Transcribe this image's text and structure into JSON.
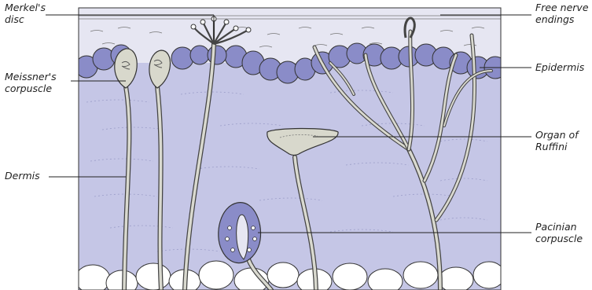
{
  "labels": {
    "merkels_disc": [
      "Merkel's",
      "disc"
    ],
    "free_nerve_endings": [
      "Free nerve",
      "endings"
    ],
    "epidermis": [
      "Epidermis"
    ],
    "meissners_corpuscle": [
      "Meissner's",
      "corpuscle"
    ],
    "organ_of_ruffini": [
      "Organ of",
      "Ruffini"
    ],
    "dermis": [
      "Dermis"
    ],
    "pacinian_corpuscle": [
      "Pacinian",
      "corpuscle"
    ]
  },
  "colors": {
    "dermis": "#c5c6e6",
    "epidermis": "#e6e6f2",
    "basal_cells": "#8a8cc8",
    "nerve_fill": "#d8d8cc",
    "outline": "#333333"
  }
}
